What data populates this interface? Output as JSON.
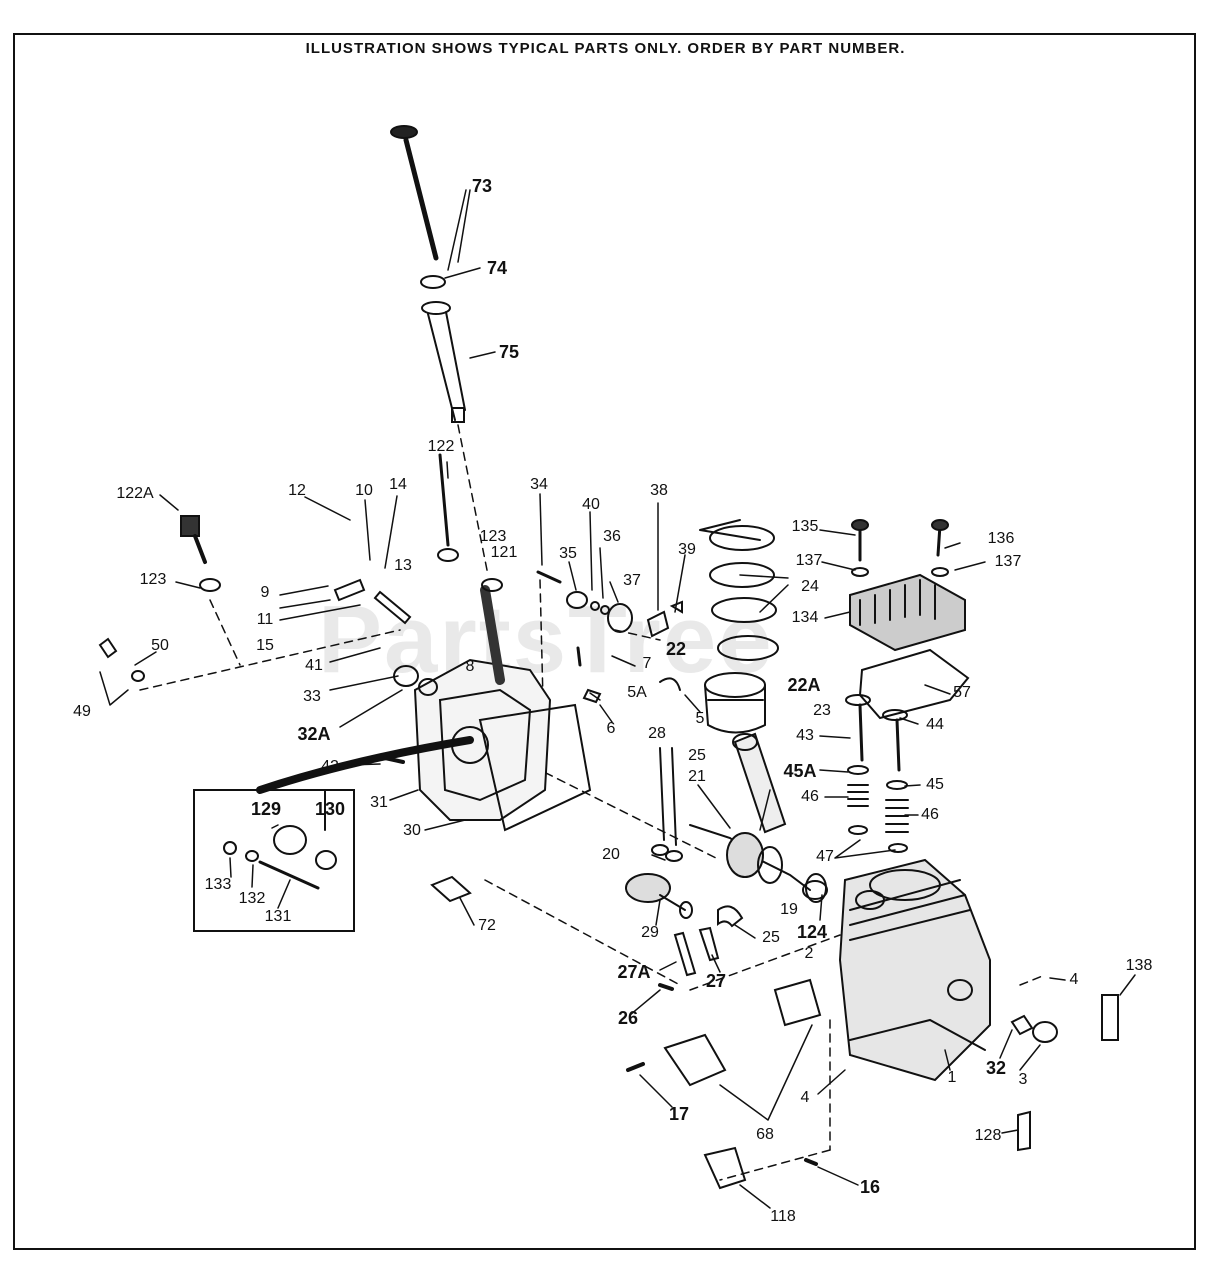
{
  "header": "ILLUSTRATION SHOWS TYPICAL PARTS ONLY. ORDER BY PART NUMBER.",
  "watermark": "PartsTree",
  "labels": {
    "p73": "73",
    "p74": "74",
    "p75": "75",
    "p122": "122",
    "p122A": "122A",
    "p12": "12",
    "p10": "10",
    "p14": "14",
    "p123a": "123",
    "p121": "121",
    "p123b": "123",
    "p9": "9",
    "p13": "13",
    "p11": "11",
    "p15": "15",
    "p41": "41",
    "p8": "8",
    "p50": "50",
    "p49": "49",
    "p33": "33",
    "p32A": "32A",
    "p42": "42",
    "p31": "31",
    "p30": "30",
    "p34": "34",
    "p40": "40",
    "p36": "36",
    "p38": "38",
    "p35": "35",
    "p37": "37",
    "p39": "39",
    "p22": "22",
    "p7": "7",
    "p5A": "5A",
    "p6": "6",
    "p5": "5",
    "p24": "24",
    "p22A": "22A",
    "p23": "23",
    "p28": "28",
    "p25a": "25",
    "p21": "21",
    "p20": "20",
    "p19": "19",
    "p124": "124",
    "p29": "29",
    "p25b": "25",
    "p27A": "27A",
    "p27": "27",
    "p26": "26",
    "p72": "72",
    "p135": "135",
    "p136": "136",
    "p137a": "137",
    "p137b": "137",
    "p134": "134",
    "p57": "57",
    "p43": "43",
    "p44": "44",
    "p45A": "45A",
    "p45": "45",
    "p46a": "46",
    "p46b": "46",
    "p47": "47",
    "p2": "2",
    "p4a": "4",
    "p138": "138",
    "p32": "32",
    "p3": "3",
    "p1": "1",
    "p4b": "4",
    "p17": "17",
    "p68": "68",
    "p128": "128",
    "p16": "16",
    "p118": "118",
    "p129": "129",
    "p130": "130",
    "p133": "133",
    "p132": "132",
    "p131": "131"
  }
}
